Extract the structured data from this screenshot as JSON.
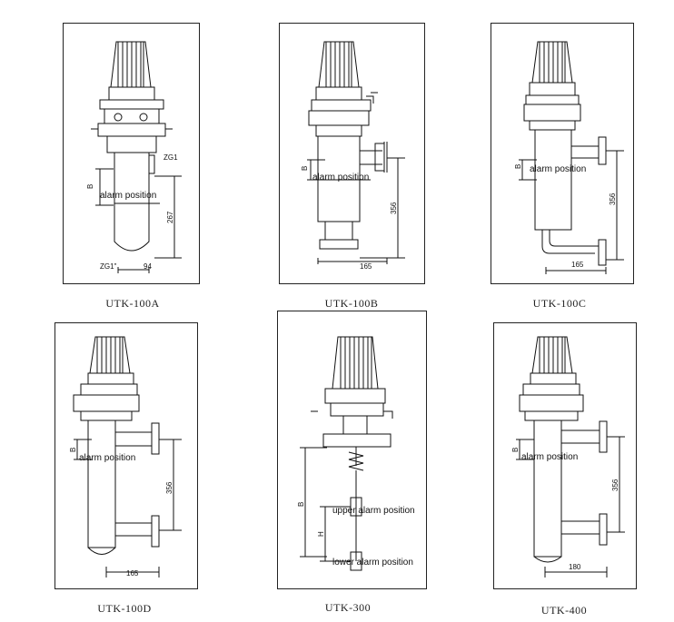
{
  "diagrams": [
    {
      "caption": "UTK-100A",
      "labels": {
        "alarm": "alarm position",
        "b": "B",
        "height": "267",
        "width": "94",
        "port_top": "ZG1",
        "port_bottom": "ZG1\""
      }
    },
    {
      "caption": "UTK-100B",
      "labels": {
        "alarm": "alarm position",
        "b": "B",
        "height": "356",
        "width": "165"
      }
    },
    {
      "caption": "UTK-100C",
      "labels": {
        "alarm": "alarm position",
        "b": "B",
        "height": "356",
        "width": "165"
      }
    },
    {
      "caption": "UTK-100D",
      "labels": {
        "alarm": "alarm position",
        "b": "B",
        "height": "356",
        "width": "165"
      }
    },
    {
      "caption": "UTK-300",
      "labels": {
        "upper": "upper alarm position",
        "lower": "lower alarm position",
        "b": "B",
        "h": "H"
      }
    },
    {
      "caption": "UTK-400",
      "labels": {
        "alarm": "alarm position",
        "b": "B",
        "height": "356",
        "width": "180"
      }
    }
  ]
}
